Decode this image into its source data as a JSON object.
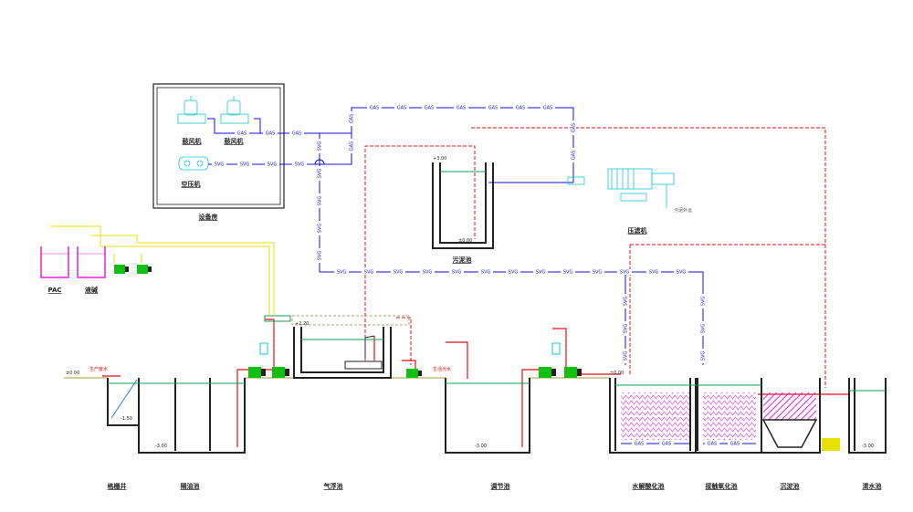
{
  "labels": {
    "equipment_room": "设备房",
    "blower_1": "鼓风机",
    "blower_2": "鼓风机",
    "air_compressor": "空压机",
    "sludge_tank": "污泥池",
    "filter_press": "压滤机",
    "outward_transport": "污泥外运",
    "pac": "PAC",
    "caustic": "液碱",
    "production_wastewater": "生产废水",
    "domestic_sewage": "生活污水"
  },
  "units": [
    {
      "name": "格栅井"
    },
    {
      "name": "隔油池"
    },
    {
      "name": "气浮池"
    },
    {
      "name": "调节池"
    },
    {
      "name": "水解酸化池"
    },
    {
      "name": "接触氧化池"
    },
    {
      "name": "沉淀池"
    },
    {
      "name": "清水池"
    }
  ],
  "levels": {
    "ground_left": "±0.00",
    "ground_mid": "±0.00",
    "screen_bottom": "-1.50",
    "oil_bottom": "-3.00",
    "adjust_bottom": "-3.00",
    "clear_bottom": "-3.00",
    "float_top": "+2.20",
    "sludge_top": "+3.00",
    "sludge_bottom": "±0.00"
  },
  "pipe_tags": {
    "gas": "GAS",
    "svg": "SVG"
  },
  "colors": {
    "gas_line": "#1010e0",
    "sludge_line": "#e01010",
    "dosing_line": "#e8e000",
    "tank_wall": "#222222",
    "water": "#10a050",
    "media": "#e020e0",
    "pump": "#10c010",
    "equipment": "#10c8d8"
  }
}
